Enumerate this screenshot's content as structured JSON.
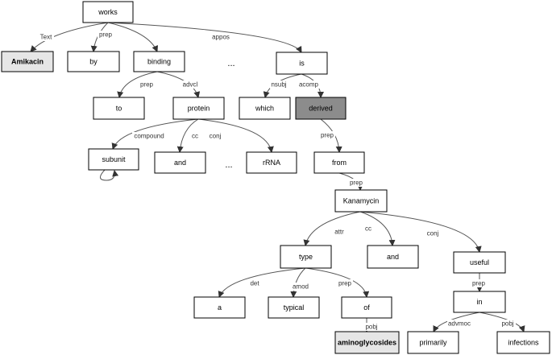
{
  "nodes": {
    "works": "works",
    "amikacin": "Amikacin",
    "by": "by",
    "binding": "binding",
    "is": "is",
    "to": "to",
    "protein": "protein",
    "which": "which",
    "derived": "derived",
    "subunit": "subunit",
    "and1": "and",
    "rrna": "rRNA",
    "from": "from",
    "kanamycin": "Kanamycin",
    "type": "type",
    "and2": "and",
    "useful": "useful",
    "a": "a",
    "typical": "typical",
    "of": "of",
    "in": "in",
    "aminoglycosides": "aminoglycosides",
    "primarily": "primarily",
    "infections": "infections"
  },
  "edges": {
    "text": "Text",
    "prep": "prep",
    "appos": "appos",
    "advcl": "advcl",
    "nsubj": "nsubj",
    "acomp": "acomp",
    "compound": "compound",
    "cc": "cc",
    "conj": "conj",
    "attr": "attr",
    "det": "det",
    "amod": "amod",
    "pobj": "pobj",
    "advmod": "advmoc"
  },
  "ellipsis": "..."
}
